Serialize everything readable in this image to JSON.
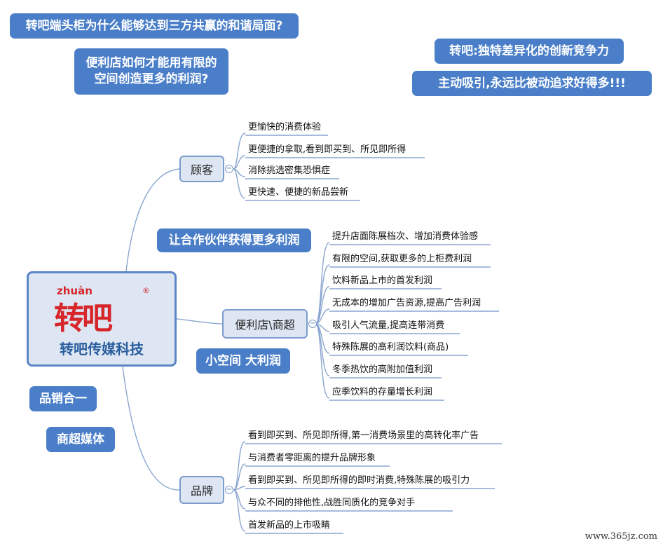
{
  "callouts": {
    "title": "转吧端头柜为什么能够达到三方共赢的和谐局面?",
    "question": [
      "便利店如何才能用有限的",
      "空间创造更多的利润?"
    ],
    "slogan1": "转吧:独特差异化的创新竞争力",
    "slogan2": "主动吸引,永远比被动追求好得多!!!",
    "partner": "让合作伙伴获得更多利润",
    "small_space": "小空间 大利润",
    "brand_merge": "品销合一",
    "media": "商超媒体"
  },
  "center": {
    "logo_pinyin": "zhuàn",
    "logo_text": "转吧",
    "logo_reg": "®",
    "company": "转吧传媒科技"
  },
  "branches": {
    "customer": {
      "label": "顾客",
      "toggle": "−",
      "items": [
        "更愉快的消费体验",
        "更便捷的拿取,看到即买到、所见即所得",
        "消除挑选密集恐惧症",
        "更快速、便捷的新品尝新"
      ]
    },
    "store": {
      "label": "便利店\\商超",
      "toggle": "−",
      "items": [
        "提升店面陈展档次、增加消费体验感",
        "有限的空间,获取更多的上柜费利润",
        "饮料新品上市的首发利润",
        "无成本的增加广告资源,提高广告利润",
        "吸引人气流量,提高连带消费",
        "特殊陈展的高利润饮料(商品)",
        "冬季热饮的高附加值利润",
        "应季饮料的存量增长利润"
      ]
    },
    "brand": {
      "label": "品牌",
      "toggle": "−",
      "items": [
        "看到即买到、所见即所得,第一消费场景里的高转化率广告",
        "与消费者零距离的提升品牌形象",
        "看到即买到、所见即所得的即时消费,特殊陈展的吸引力",
        "与众不同的排他性,战胜同质化的竞争对手",
        "首发新品的上市吸睛"
      ]
    }
  },
  "watermark": "www.365jz.com",
  "colors": {
    "callout": "#4a7ec8",
    "node_fill": "#dde6f2",
    "node_border": "#7b9ccc",
    "line": "#8aa6d0",
    "logo_red": "#d6262a"
  }
}
